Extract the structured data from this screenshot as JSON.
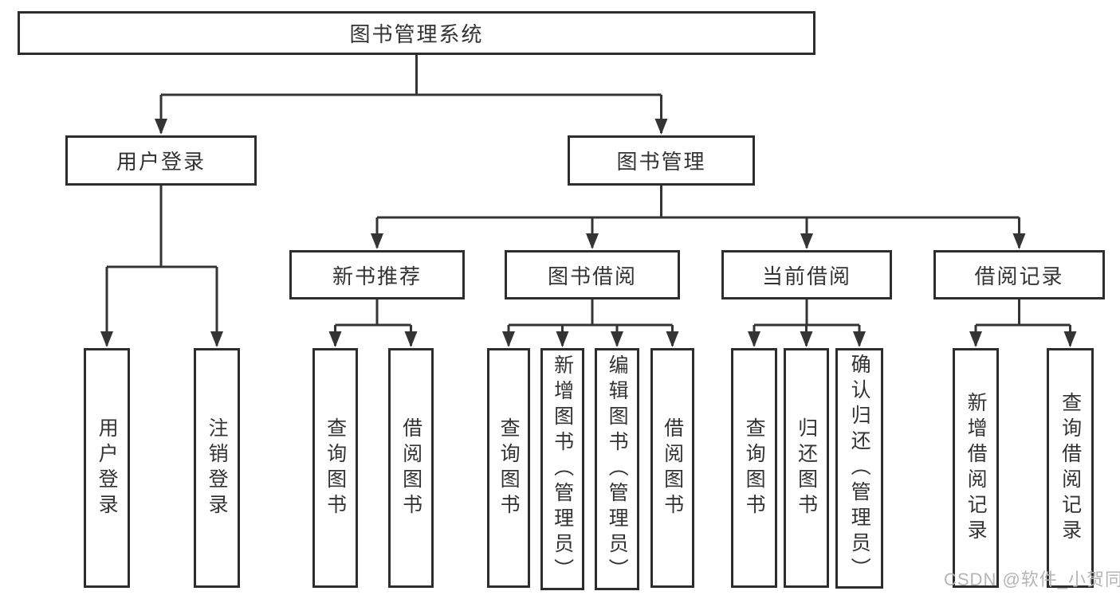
{
  "diagram": {
    "root": {
      "label": "图书管理系统"
    },
    "level2": {
      "user_login": {
        "label": "用户登录"
      },
      "book_management": {
        "label": "图书管理"
      }
    },
    "level3": {
      "new_book_recommend": {
        "label": "新书推荐"
      },
      "book_borrowing": {
        "label": "图书借阅"
      },
      "current_borrowing": {
        "label": "当前借阅"
      },
      "borrowing_records": {
        "label": "借阅记录"
      }
    },
    "leaves": {
      "user_login": {
        "label": "用户登录"
      },
      "logout": {
        "label": "注销登录"
      },
      "query_book_recommend": {
        "label": "查询图书"
      },
      "borrow_book_recommend": {
        "label": "借阅图书"
      },
      "query_book_borrowing": {
        "label": "查询图书"
      },
      "add_book_admin": {
        "label": "新增图书（管理员）"
      },
      "edit_book_admin": {
        "label": "编辑图书（管理员）"
      },
      "borrow_book_borrowing": {
        "label": "借阅图书"
      },
      "query_book_current": {
        "label": "查询图书"
      },
      "return_book": {
        "label": "归还图书"
      },
      "confirm_return_admin": {
        "label": "确认归还（管理员）"
      },
      "add_borrow_record": {
        "label": "新增借阅记录"
      },
      "query_borrow_record": {
        "label": "查询借阅记录"
      }
    }
  },
  "style": {
    "line_color": "#343434",
    "border_color": "#2d2d2d",
    "text_color": "#333333",
    "watermark_color": "#b5b5b5",
    "background": "#ffffff"
  },
  "watermark": {
    "text": "CSDN @软件_小贺同学"
  }
}
